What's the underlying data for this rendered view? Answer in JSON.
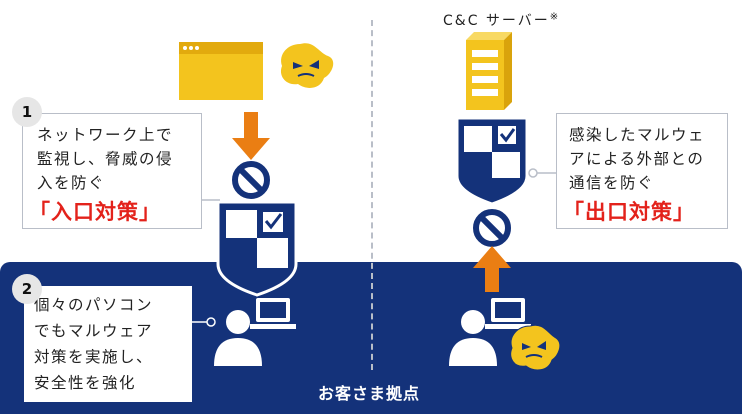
{
  "cc_server": {
    "label": "C&C サーバー",
    "note_mark": "※"
  },
  "left_box": {
    "number": "1",
    "lines": [
      "ネットワーク上で",
      "監視し、脅威の侵",
      "入を防ぐ"
    ],
    "title": "「入口対策」"
  },
  "right_box": {
    "lines": [
      "感染したマルウェ",
      "アによる外部との",
      "通信を防ぐ"
    ],
    "title": "「出口対策」"
  },
  "bottom_box": {
    "number": "2",
    "lines": [
      "個々のパソコン",
      "でもマルウェア",
      "対策を実施し、",
      "安全性を強化"
    ]
  },
  "customer_site": {
    "label": "お客さま拠点"
  },
  "colors": {
    "navy": "#14327a",
    "orange": "#ea7e13",
    "yellow": "#f3c41e",
    "red": "#e3221b"
  }
}
